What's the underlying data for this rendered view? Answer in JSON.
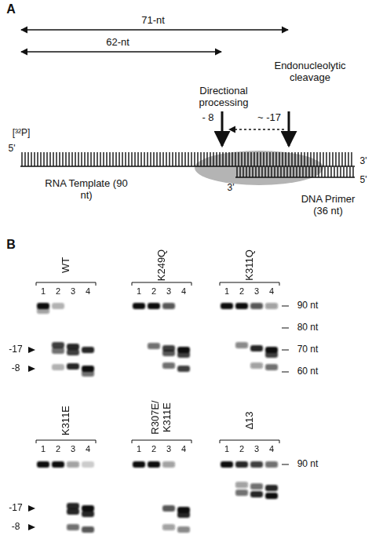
{
  "diagram": {
    "labels": [
      "A",
      "71-nt",
      "62-nt",
      "Endonucleolytic cleavage",
      "Directional processing",
      "- 8",
      "~ -17",
      "[³²P]",
      "5'",
      "RNA Template (90 nt)",
      "3'",
      "3'",
      "DNA Primer (36 nt)",
      "5'",
      "B",
      "WT",
      "1",
      "2",
      "3",
      "4",
      "K249Q",
      "1",
      "2",
      "3",
      "4",
      "K311Q",
      "1",
      "2",
      "3",
      "4",
      "-17",
      "-8",
      "90 nt",
      "80 nt",
      "70 nt",
      "60 nt",
      "K311E",
      "1",
      "2",
      "3",
      "4",
      "R307E/ K311E",
      "1",
      "2",
      "3",
      "4",
      "Δ13",
      "1",
      "2",
      "3",
      "4",
      "-17",
      "-8",
      "90 nt"
    ]
  }
}
